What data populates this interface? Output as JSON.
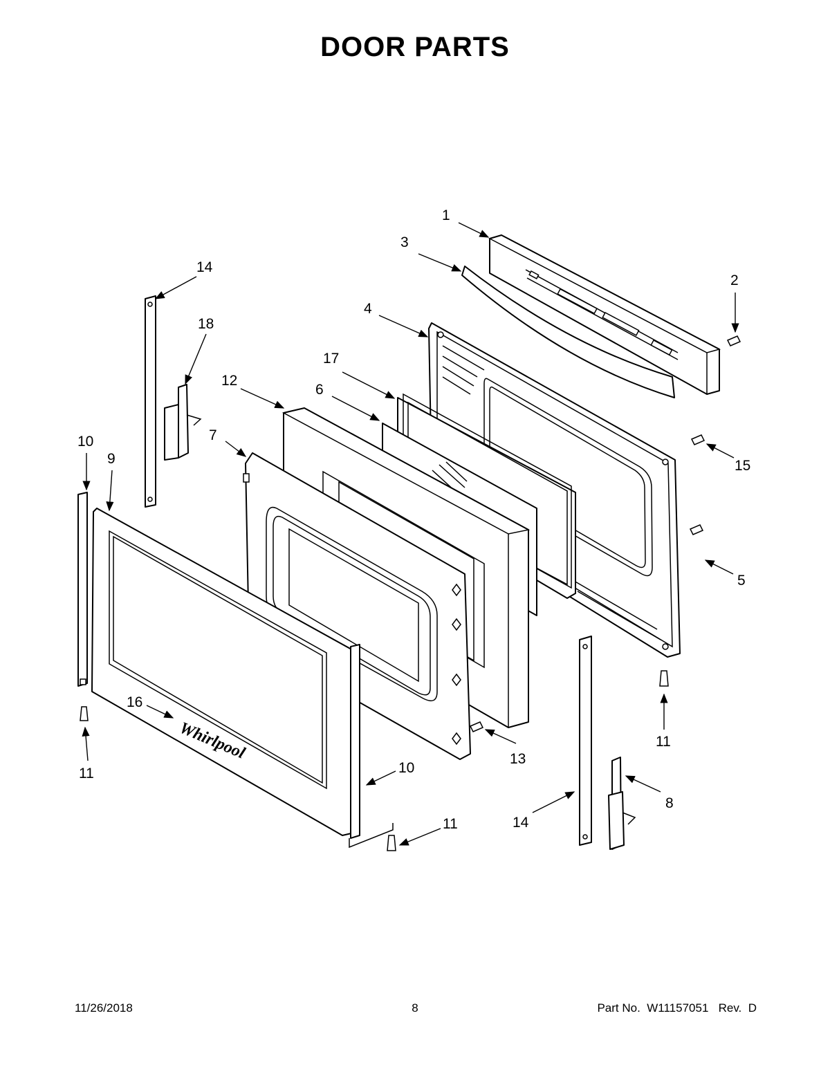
{
  "page": {
    "title": "DOOR PARTS",
    "footer": {
      "date": "11/26/2018",
      "page_number": "8",
      "part_number": "Part No.  W11157051   Rev.  D"
    }
  },
  "diagram": {
    "logo_text": "Whirlpool",
    "callouts": [
      {
        "id": "c1",
        "label": "1"
      },
      {
        "id": "c2",
        "label": "2"
      },
      {
        "id": "c3",
        "label": "3"
      },
      {
        "id": "c4",
        "label": "4"
      },
      {
        "id": "c5",
        "label": "5"
      },
      {
        "id": "c6",
        "label": "6"
      },
      {
        "id": "c7",
        "label": "7"
      },
      {
        "id": "c8",
        "label": "8"
      },
      {
        "id": "c9",
        "label": "9"
      },
      {
        "id": "c10a",
        "label": "10"
      },
      {
        "id": "c10b",
        "label": "10"
      },
      {
        "id": "c11a",
        "label": "11"
      },
      {
        "id": "c11b",
        "label": "11"
      },
      {
        "id": "c11c",
        "label": "11"
      },
      {
        "id": "c12",
        "label": "12"
      },
      {
        "id": "c13",
        "label": "13"
      },
      {
        "id": "c14a",
        "label": "14"
      },
      {
        "id": "c14b",
        "label": "14"
      },
      {
        "id": "c15",
        "label": "15"
      },
      {
        "id": "c16",
        "label": "16"
      },
      {
        "id": "c17",
        "label": "17"
      },
      {
        "id": "c18",
        "label": "18"
      }
    ]
  }
}
